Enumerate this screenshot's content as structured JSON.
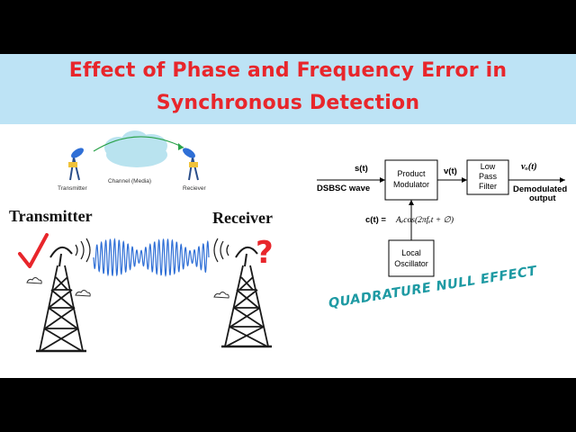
{
  "title": {
    "line1": "Effect of Phase and Frequency Error in",
    "line2": "Synchronous Detection"
  },
  "left_illustration": {
    "small_transmitter": "Transmitter",
    "small_channel": "Channel (Media)",
    "small_receiver": "Reciever",
    "big_transmitter": "Transmitter",
    "big_receiver": "Receiver",
    "question_mark": "?"
  },
  "block_diagram": {
    "input_signal": "s(t)",
    "input_label": "DSBSC wave",
    "product_modulator_line1": "Product",
    "product_modulator_line2": "Modulator",
    "mid_signal": "v(t)",
    "lpf_line1": "Low",
    "lpf_line2": "Pass",
    "lpf_line3": "Filter",
    "output_signal": "vₒ(t)",
    "output_label_line1": "Demodulated",
    "output_label_line2": "output",
    "carrier_label_bold": "c(t) =",
    "carrier_expression": "Aₑcos(2πfₑt + ∅)",
    "oscillator_line1": "Local",
    "oscillator_line2": "Oscillator"
  },
  "caption": "QUADRATURE NULL EFFECT",
  "colors": {
    "title_red": "#e8262b",
    "title_band": "#bde3f5",
    "signal_blue": "#2f6fd6",
    "check_red": "#e8262b",
    "caption_teal": "#1e9aa3"
  }
}
